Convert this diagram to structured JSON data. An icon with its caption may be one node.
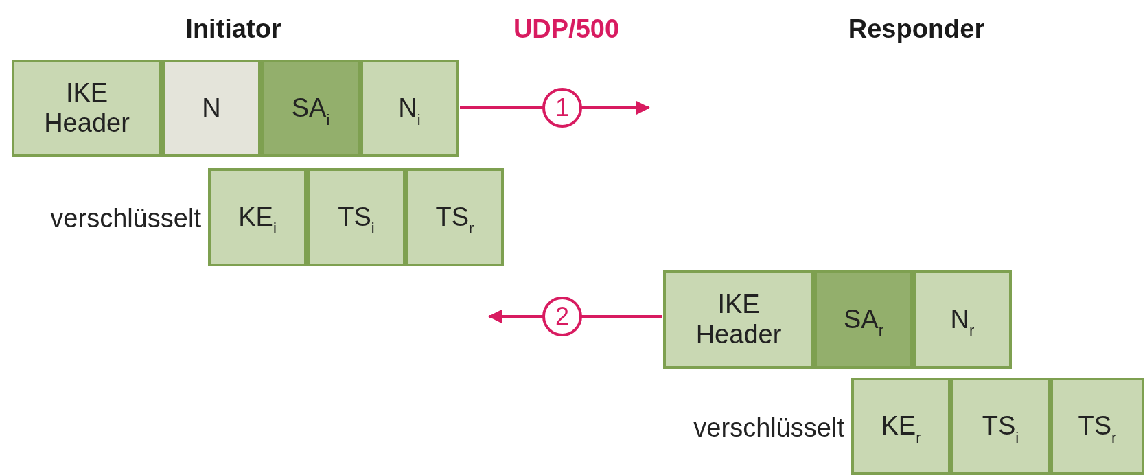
{
  "diagram": {
    "nodes": [
      {
        "text": [
          "IKE Header"
        ]
      },
      {
        "text": [
          "N"
        ]
      },
      {
        "text": [
          "SA$_{i}$"
        ]
      },
      {
        "text": [
          "N$_{i}$"
        ]
      },
      {
        "text": [
          "KE$_{i}$"
        ]
      },
      {
        "text": [
          "TS$_{i}$"
        ]
      },
      {
        "text": [
          "TS$_{r}$"
        ]
      },
      {
        "text": [
          "IKE Header"
        ]
      },
      {
        "text": [
          "SA$_{r}$"
        ]
      },
      {
        "text": [
          "N$_{r}$"
        ]
      },
      {
        "text": [
          "KE$_{r}$"
        ]
      },
      {
        "text": [
          "TS$_{i}$"
        ]
      },
      {
        "text": [
          "TS$_{r}$"
        ]
      }
    ],
    "edges": [
      {
        "from": 3,
        "to": null,
        "arrow": "to",
        "label": "1"
      },
      {
        "from": 7,
        "to": null,
        "arrow": "to",
        "label": "2"
      }
    ],
    "labels": [
      "Initiator",
      "UDP/500",
      "Responder",
      "verschlüsselt",
      "verschlüsselt"
    ]
  }
}
